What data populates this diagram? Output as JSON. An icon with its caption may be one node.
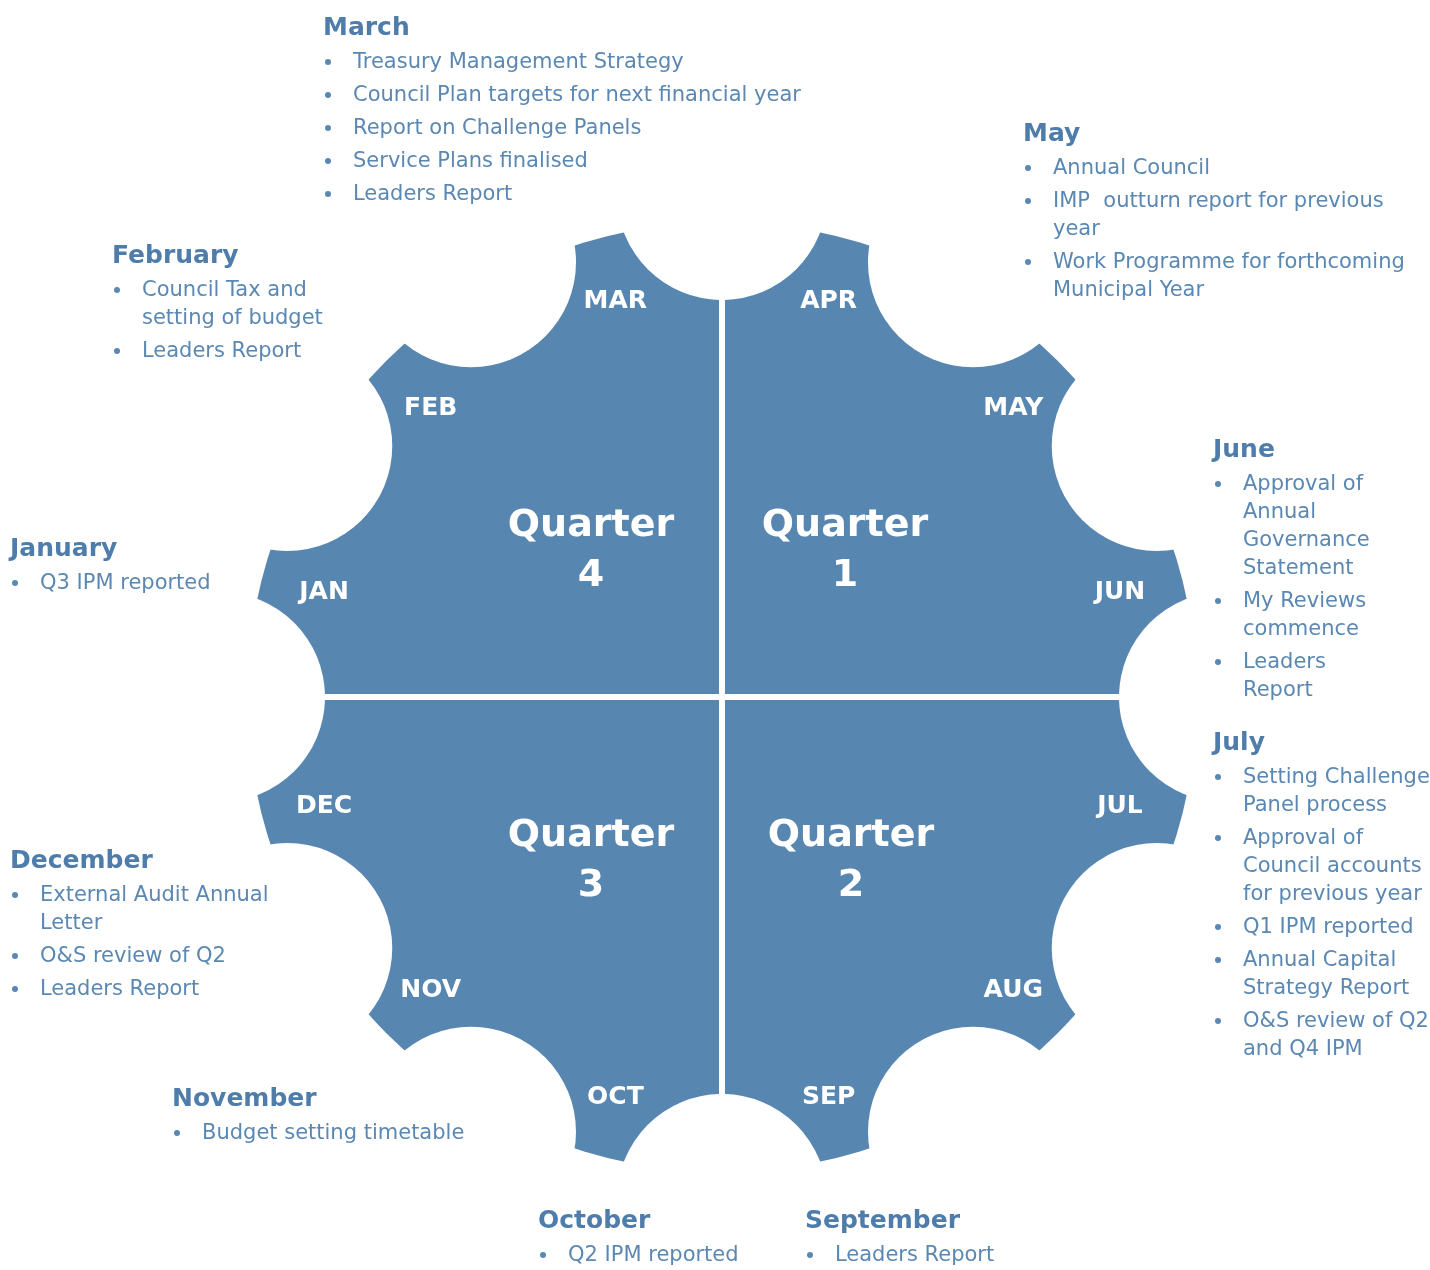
{
  "diagram": {
    "nodes": [
      {
        "text": [
          "Quarter 4",
          "MAR",
          "FEB",
          "JAN"
        ]
      },
      {
        "text": [
          "Quarter 1",
          "APR",
          "MAY",
          "JUN"
        ]
      },
      {
        "text": [
          "Quarter 3",
          "DEC",
          "NOV",
          "OCT"
        ]
      },
      {
        "text": [
          "Quarter 2",
          "JUL",
          "AUG",
          "SEP"
        ]
      }
    ],
    "labels": [
      "March",
      "Treasury Management Strategy",
      "Council Plan targets for next financial year",
      "Report on Challenge Panels",
      "Service Plans finalised",
      "Leaders Report",
      "May",
      "Annual Council",
      "IMP  outturn report for previous year",
      "Work Programme for forthcoming Municipal Year",
      "February",
      "Council Tax and setting of budget",
      "Leaders Report",
      "June",
      "Approval of Annual Governance Statement",
      "My Reviews commence",
      "Leaders Report",
      "January",
      "Q3 IPM reported",
      "July",
      "Setting Challenge Panel process",
      "Approval of Council accounts for previous year",
      "Q1 IPM reported",
      "Annual Capital Strategy Report",
      "O&S review of Q2 and Q4 IPM",
      "December",
      "External Audit Annual Letter",
      "O&S review of Q2",
      "Leaders Report",
      "November",
      "Budget setting timetable",
      "October",
      "Q2 IPM reported",
      "September",
      "Leaders Report"
    ]
  }
}
